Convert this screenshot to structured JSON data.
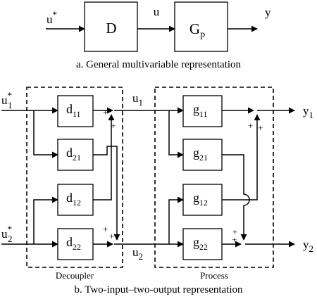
{
  "part_a": {
    "input": {
      "symbol": "u",
      "sup": "*"
    },
    "block_d": "D",
    "signal_u": "u",
    "block_g": {
      "symbol": "G",
      "sub": "p"
    },
    "output": "y",
    "caption": "a. General multivariable representation"
  },
  "part_b": {
    "inputs": [
      {
        "symbol": "u",
        "sup": "*",
        "sub": "1"
      },
      {
        "symbol": "u",
        "sup": "*",
        "sub": "2"
      }
    ],
    "decoupler_blocks": [
      {
        "symbol": "d",
        "sub": "11"
      },
      {
        "symbol": "d",
        "sub": "21"
      },
      {
        "symbol": "d",
        "sub": "12"
      },
      {
        "symbol": "d",
        "sub": "22"
      }
    ],
    "process_blocks": [
      {
        "symbol": "g",
        "sub": "11"
      },
      {
        "symbol": "g",
        "sub": "21"
      },
      {
        "symbol": "g",
        "sub": "12"
      },
      {
        "symbol": "g",
        "sub": "22"
      }
    ],
    "intermediate": [
      {
        "symbol": "u",
        "sub": "1"
      },
      {
        "symbol": "u",
        "sub": "2"
      }
    ],
    "outputs": [
      {
        "symbol": "y",
        "sub": "1"
      },
      {
        "symbol": "y",
        "sub": "2"
      }
    ],
    "plus": "+",
    "decoupler_label": "Decoupler",
    "process_label": "Process",
    "caption": "b. Two-input–two-output representation"
  }
}
